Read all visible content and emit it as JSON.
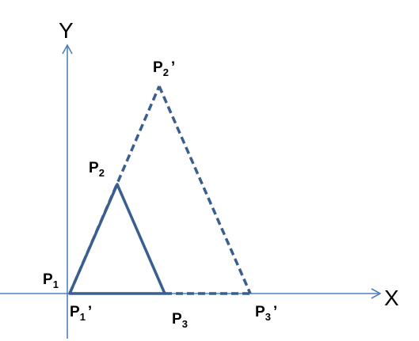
{
  "axes": {
    "x_label": "X",
    "y_label": "Y",
    "color": "#4f81bd"
  },
  "triangles": {
    "original_color": "#3a5f8f",
    "transformed_color": "#3a5f8f",
    "original_style": "solid",
    "transformed_style": "dashed"
  },
  "points": {
    "p1": {
      "base": "P",
      "sub": "1",
      "prime": ""
    },
    "p2": {
      "base": "P",
      "sub": "2",
      "prime": ""
    },
    "p3": {
      "base": "P",
      "sub": "3",
      "prime": ""
    },
    "p1_prime": {
      "base": "P",
      "sub": "1",
      "prime": "’"
    },
    "p2_prime": {
      "base": "P",
      "sub": "2",
      "prime": "’"
    },
    "p3_prime": {
      "base": "P",
      "sub": "3",
      "prime": "’"
    }
  }
}
